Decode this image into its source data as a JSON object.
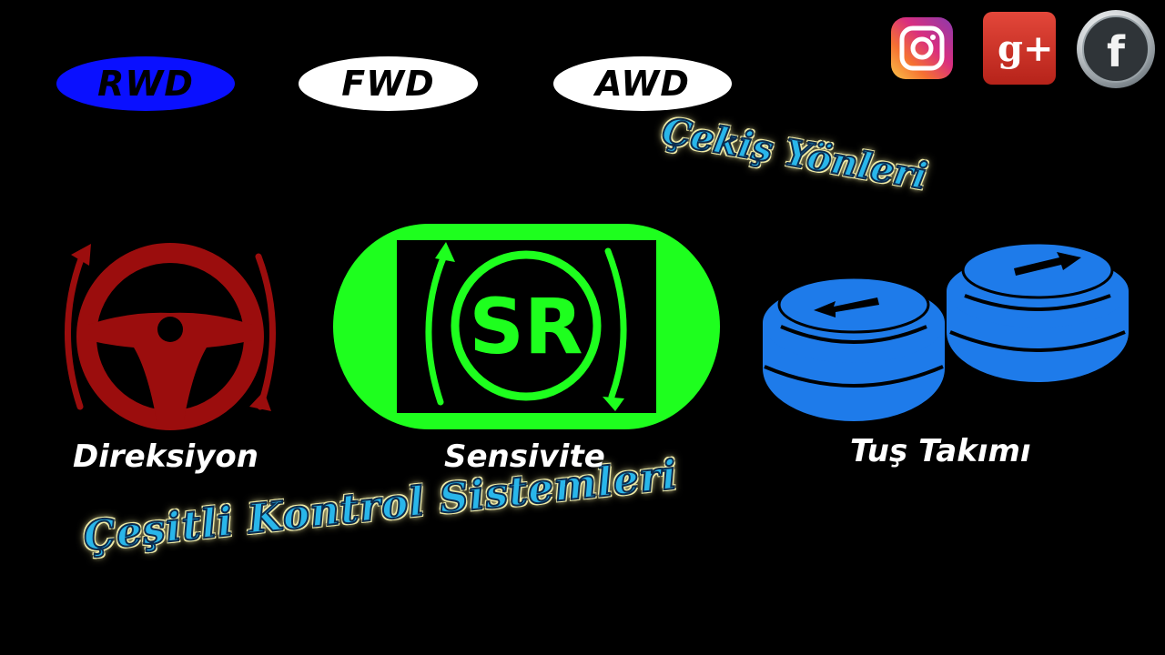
{
  "drive_modes": {
    "rwd": "RWD",
    "fwd": "FWD",
    "awd": "AWD"
  },
  "titles": {
    "drive_directions": "Çekiş Yönleri",
    "control_systems": "Çeşitli Kontrol Sistemleri"
  },
  "controls": {
    "steering": "Direksiyon",
    "sensitivity": "Sensivite",
    "sensitivity_badge": "SR",
    "buttons": "Tuş Takımı"
  },
  "social": {
    "google_plus_glyph": "g+",
    "facebook_glyph": "f"
  },
  "colors": {
    "rwd_selected": "#0a10ff",
    "unselected_pill": "#ffffff",
    "steering": "#9b0d0d",
    "sensitivity": "#1eff1e",
    "buttons": "#1e7bea",
    "title_fill": "#29b6ea"
  },
  "icons": [
    "instagram-icon",
    "google-plus-icon",
    "facebook-icon",
    "steering-wheel-icon",
    "sensitivity-icon",
    "arrow-buttons-icon"
  ]
}
